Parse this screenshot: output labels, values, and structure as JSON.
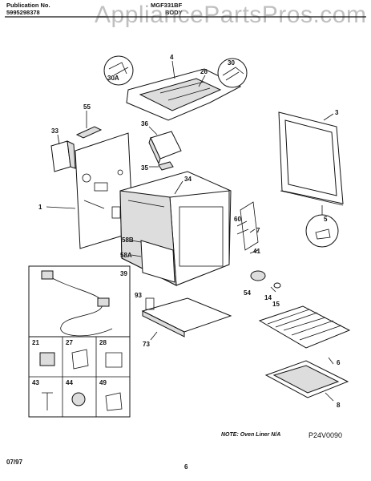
{
  "header": {
    "publication_label": "Publication No.",
    "publication_number": "5995298378",
    "model": "MGF331BF",
    "section": "BODY"
  },
  "watermark": "AppliancePartsPros.com",
  "part_numbers": {
    "p1": "1",
    "p3": "3",
    "p4": "4",
    "p5": "5",
    "p6": "6",
    "p8": "8",
    "p14": "14",
    "p15": "15",
    "p21": "21",
    "p26": "26",
    "p27": "27",
    "p28": "28",
    "p30": "30",
    "p30a": "30A",
    "p33": "33",
    "p34": "34",
    "p35": "35",
    "p36": "36",
    "p39": "39",
    "p41": "41",
    "p43": "43",
    "p44": "44",
    "p49": "49",
    "p54": "54",
    "p55": "55",
    "p58a": "58A",
    "p58b": "58B",
    "p60": "60",
    "p7": "7",
    "p73": "73",
    "p93": "93"
  },
  "note": "NOTE: Oven Liner N/A",
  "diagram_code": "P24V0090",
  "footer": {
    "date": "07/97",
    "page": "6"
  }
}
